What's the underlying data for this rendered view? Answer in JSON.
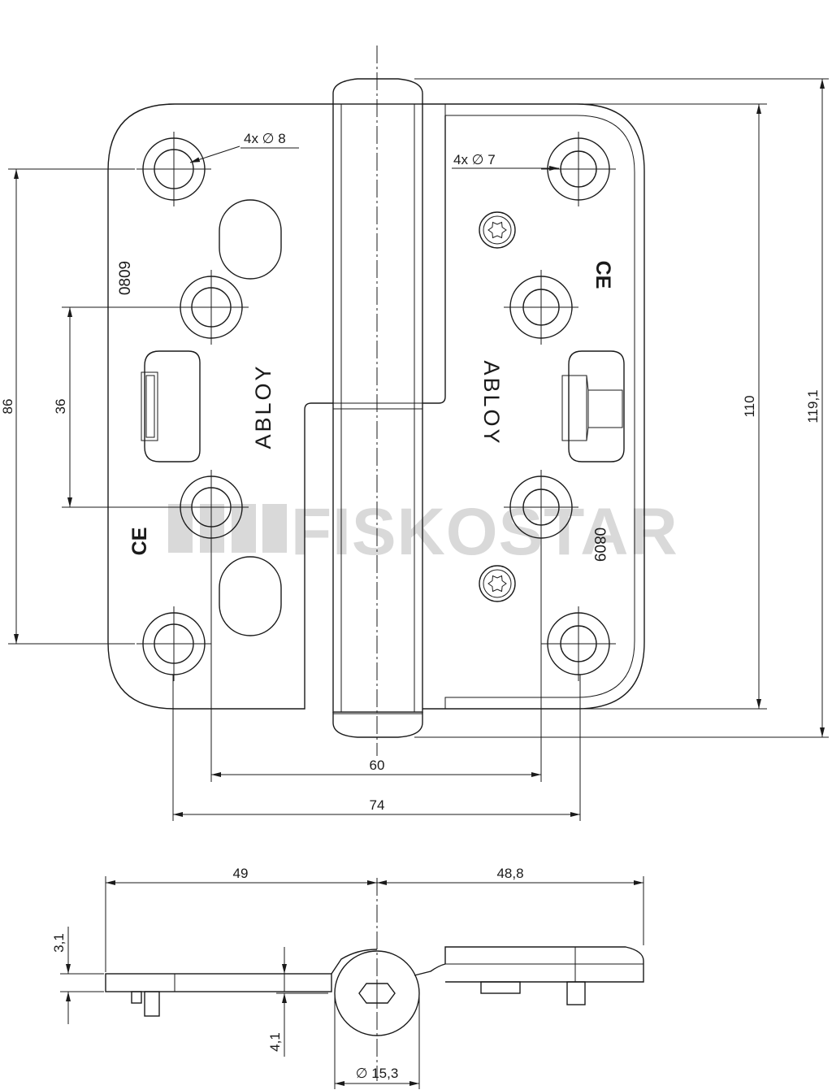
{
  "dimensions": {
    "hole_left": "4x ∅ 8",
    "hole_right": "4x ∅ 7",
    "width_74": "74",
    "width_60": "60",
    "height_86": "86",
    "height_36": "36",
    "height_110": "110",
    "height_119": "119,1",
    "top_view_left": "49",
    "top_view_right": "48,8",
    "thickness": "3,1",
    "offset": "4,1",
    "knuckle_diameter": "∅ 15,3"
  },
  "markings": {
    "brand": "ABLOY",
    "code": "0809",
    "ce_mark": "CE"
  },
  "watermark": "FISKOSTAR"
}
